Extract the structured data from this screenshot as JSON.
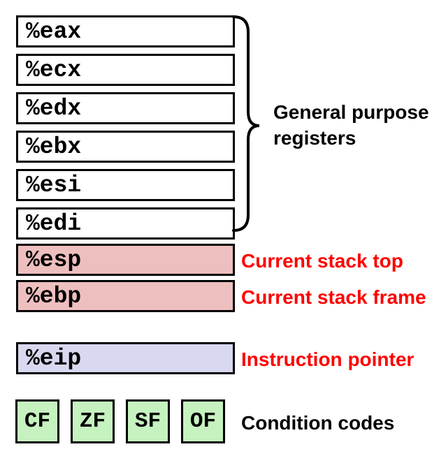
{
  "general_purpose": {
    "label_line1": "General purpose",
    "label_line2": "registers",
    "registers": [
      "%eax",
      "%ecx",
      "%edx",
      "%ebx",
      "%esi",
      "%edi"
    ]
  },
  "stack_registers": [
    {
      "name": "%esp",
      "label": "Current stack top"
    },
    {
      "name": "%ebp",
      "label": "Current stack frame"
    }
  ],
  "instruction_pointer": {
    "name": "%eip",
    "label": "Instruction pointer"
  },
  "condition_codes": {
    "label": "Condition codes",
    "flags": [
      "CF",
      "ZF",
      "SF",
      "OF"
    ]
  },
  "colors": {
    "pink": "#eebfbf",
    "lavender": "#d8d8f0",
    "green": "#c6f2c0",
    "red": "#fe0000",
    "ink": "#000000",
    "boxbg": "#ffffff"
  }
}
